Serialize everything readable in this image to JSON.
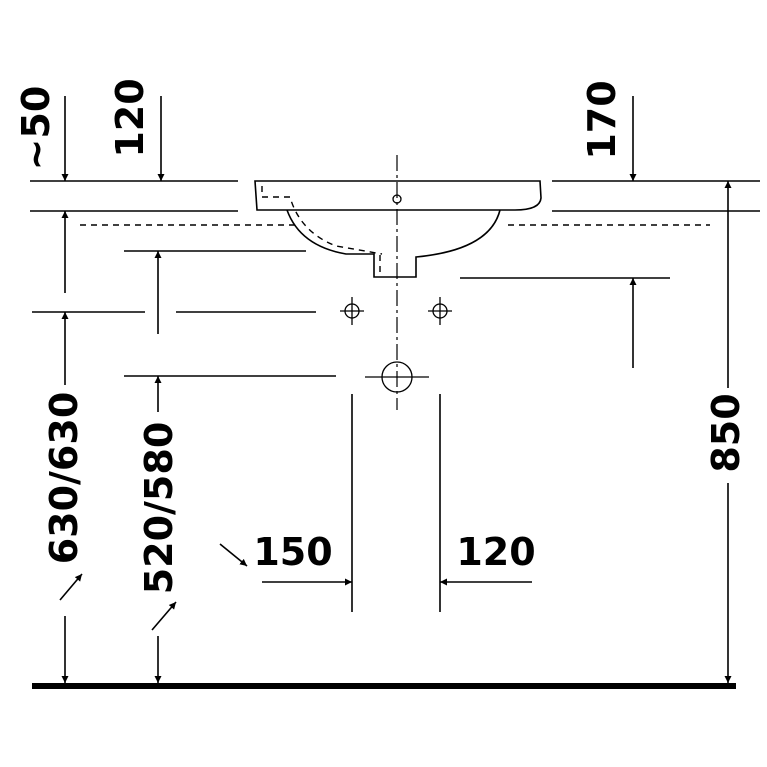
{
  "drawing": {
    "dimensions": {
      "tap_offset": "~50",
      "rim_left": "120",
      "rim_right": "170",
      "drain_height": "630/630",
      "supply_height": "520/580",
      "total_height": "850",
      "drain_left": "150",
      "drain_right": "120"
    }
  }
}
